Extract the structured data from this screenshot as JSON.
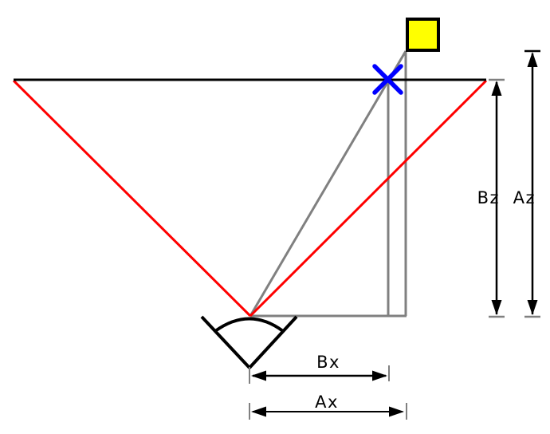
{
  "diagram": {
    "name": "camera-field-of-view-measurement-diagram",
    "background": "#ffffff"
  },
  "colors": {
    "line_black": "#000000",
    "fov_red": "#ff0000",
    "construction_gray": "#808080",
    "marker_blue": "#0000ff",
    "target_yellow": "#ffff00"
  },
  "labels": {
    "bz": "Bz",
    "az": "Az",
    "bx": "Bx",
    "ax": "Ax"
  },
  "icons": {
    "camera": "camera-fov-wedge-icon",
    "target": "yellow-square-target",
    "intersection": "blue-x-cross-marker"
  }
}
